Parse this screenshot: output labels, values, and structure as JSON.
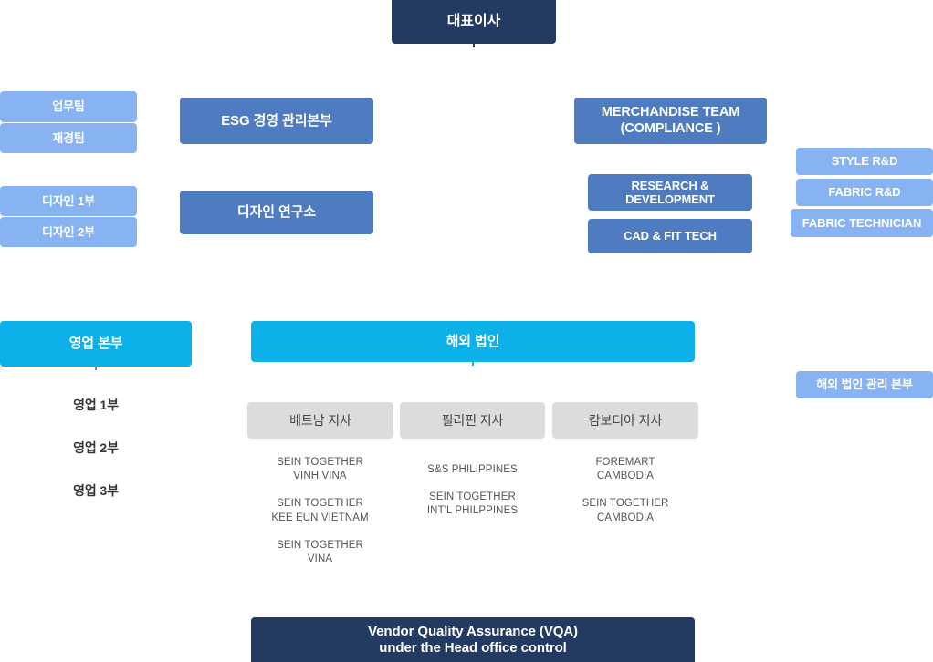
{
  "org_chart": {
    "top": {
      "ceo_label": "대표이사"
    },
    "left_teams": [
      {
        "id": "admin-team",
        "label": "업무팀"
      },
      {
        "id": "finance-team",
        "label": "재경팀"
      },
      {
        "id": "design-1",
        "label": "디자인 1부"
      },
      {
        "id": "design-2",
        "label": "디자인 2부"
      }
    ],
    "center_divisions": [
      {
        "id": "esg",
        "label": "ESG 경영 관리본부"
      },
      {
        "id": "design-lab",
        "label": "디자인 연구소"
      }
    ],
    "merchandise": {
      "team_label": "MERCHANDISE TEAM\n(COMPLIANCE )",
      "sub": [
        {
          "id": "rnd",
          "label": "RESEARCH &\nDEVELOPMENT"
        },
        {
          "id": "cadfit",
          "label": "CAD & FIT TECH"
        }
      ]
    },
    "right_rnd": [
      {
        "id": "style-rnd",
        "label": "STYLE R&D"
      },
      {
        "id": "fabric-rnd",
        "label": "FABRIC R&D"
      },
      {
        "id": "fabric-tech",
        "label": "FABRIC TECHNICIAN"
      }
    ],
    "sales": {
      "hq_label": "영업 본부",
      "departments": [
        {
          "id": "sales-1",
          "label": "영업 1부"
        },
        {
          "id": "sales-2",
          "label": "영업 2부"
        },
        {
          "id": "sales-3",
          "label": "영업 3부"
        }
      ]
    },
    "overseas": {
      "header_label": "해외 법인",
      "management_label": "해외 법인 관리 본부",
      "branches": [
        {
          "id": "vietnam",
          "label": "베트남 지사",
          "entities": [
            "SEIN TOGETHER\nVINH VINA",
            "SEIN TOGETHER\nKEE EUN VIETNAM",
            "SEIN TOGETHER\nVINA"
          ]
        },
        {
          "id": "philippines",
          "label": "필리핀 지사",
          "entities": [
            "S&S PHILIPPINES",
            "SEIN TOGETHER\nINT'L PHILPPINES"
          ]
        },
        {
          "id": "cambodia",
          "label": "캄보디아 지사",
          "entities": [
            "FOREMART\nCAMBODIA",
            "SEIN TOGETHER\nCAMBODIA"
          ]
        }
      ]
    },
    "bottom": {
      "vqa_label": "Vendor Quality Assurance (VQA)\nunder the Head office control"
    },
    "colors": {
      "navy": "#233a63",
      "medium_blue": "#4f7cc0",
      "light_blue": "#87b3f2",
      "cyan": "#0bb1e8",
      "gray": "#dcdcdc",
      "background": "#ffffff"
    }
  }
}
